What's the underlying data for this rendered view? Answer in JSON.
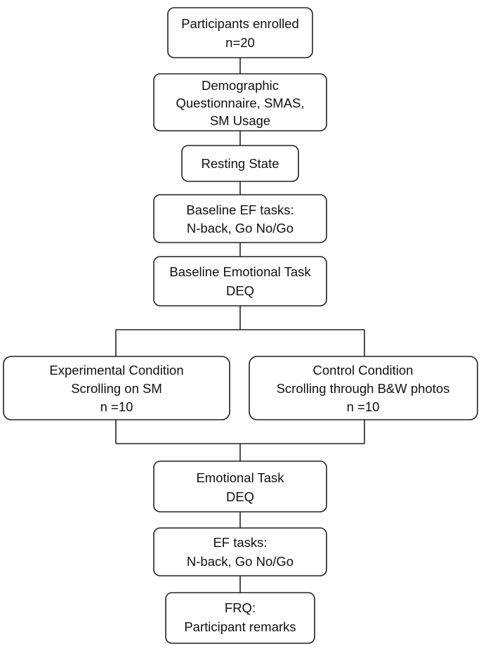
{
  "diagram": {
    "line_color": "#222222",
    "steps": {
      "enrolled": [
        "Participants enrolled",
        "n=20"
      ],
      "questionnaire": [
        "Demographic",
        "Questionnaire, SMAS,",
        "SM Usage"
      ],
      "resting": [
        "Resting State"
      ],
      "baseline_ef": [
        "Baseline EF tasks:",
        "N-back, Go No/Go"
      ],
      "baseline_emotional": [
        "Baseline Emotional Task",
        "DEQ"
      ],
      "experimental": [
        "Experimental Condition",
        "Scrolling on SM",
        "n =10"
      ],
      "control": [
        "Control Condition",
        "Scrolling through B&W photos",
        "n =10"
      ],
      "emotional": [
        "Emotional Task",
        "DEQ"
      ],
      "ef": [
        "EF tasks:",
        "N-back, Go No/Go"
      ],
      "frq": [
        "FRQ:",
        "Participant remarks"
      ]
    }
  }
}
